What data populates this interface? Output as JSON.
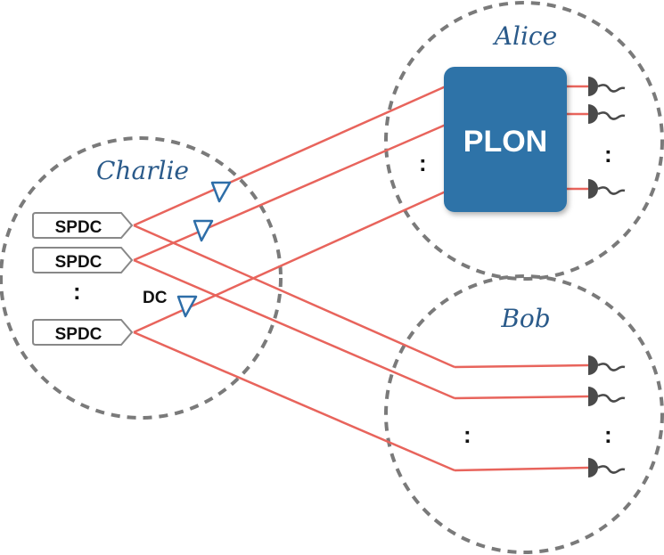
{
  "nodes": {
    "alice": {
      "label": "Alice"
    },
    "bob": {
      "label": "Bob"
    },
    "charlie": {
      "label": "Charlie"
    }
  },
  "plon": {
    "label": "PLON"
  },
  "sources": [
    {
      "label": "SPDC"
    },
    {
      "label": "SPDC"
    },
    {
      "label": "SPDC"
    }
  ],
  "dc": {
    "label": "DC"
  },
  "ellipsis": ":",
  "colors": {
    "fiber": "#e8645c",
    "circle": "#7a7a7a",
    "plon": "#2e73a8",
    "detector": "#4a4a4a",
    "label": "#2a5a8a",
    "delay": "#2e6ea8"
  }
}
